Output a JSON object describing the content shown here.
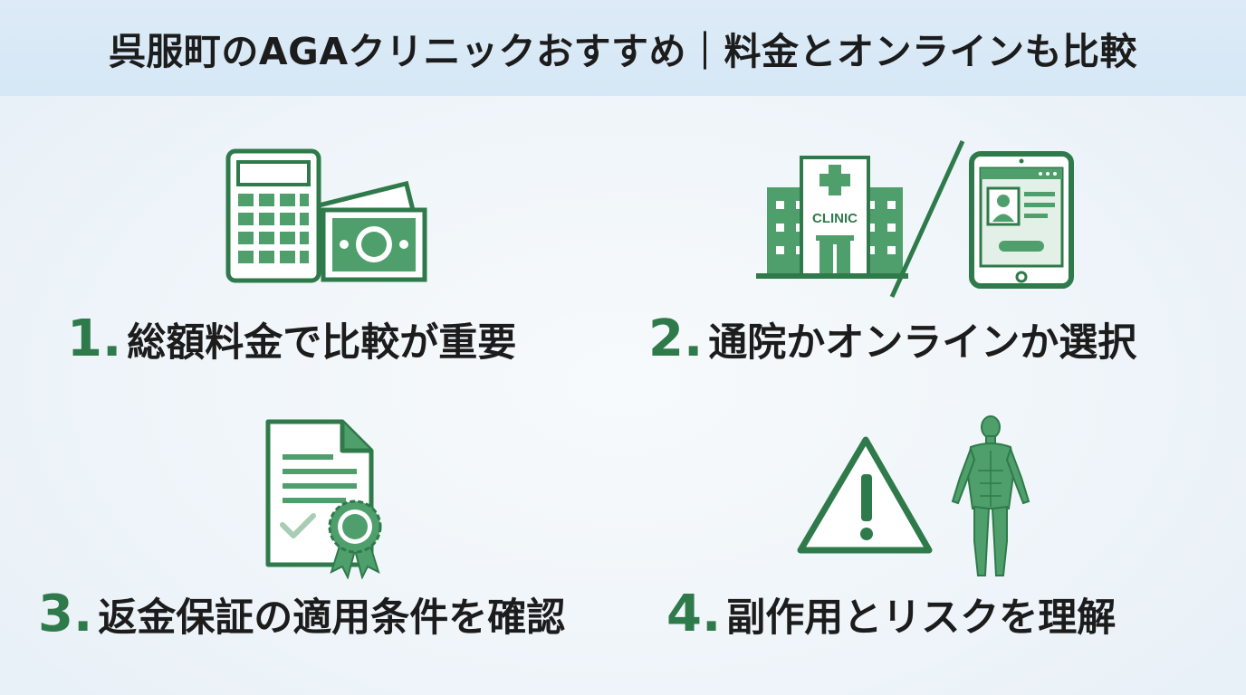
{
  "title": "呉服町のAGAクリニックおすすめ｜料金とオンラインも比較",
  "colors": {
    "accent": "#2f7a4a",
    "icon_fill": "#4f9f6c",
    "header_bg": "#d9e9f6"
  },
  "items": [
    {
      "number": "1.",
      "text": "総額料金で比較が重要",
      "icon": "calculator-money-icon"
    },
    {
      "number": "2.",
      "text": "通院かオンラインか選択",
      "icon": "clinic-tablet-icon",
      "clinic_label": "CLINIC"
    },
    {
      "number": "3.",
      "text": "返金保証の適用条件を確認",
      "icon": "certificate-document-icon"
    },
    {
      "number": "4.",
      "text": "副作用とリスクを理解",
      "icon": "warning-body-icon"
    }
  ]
}
